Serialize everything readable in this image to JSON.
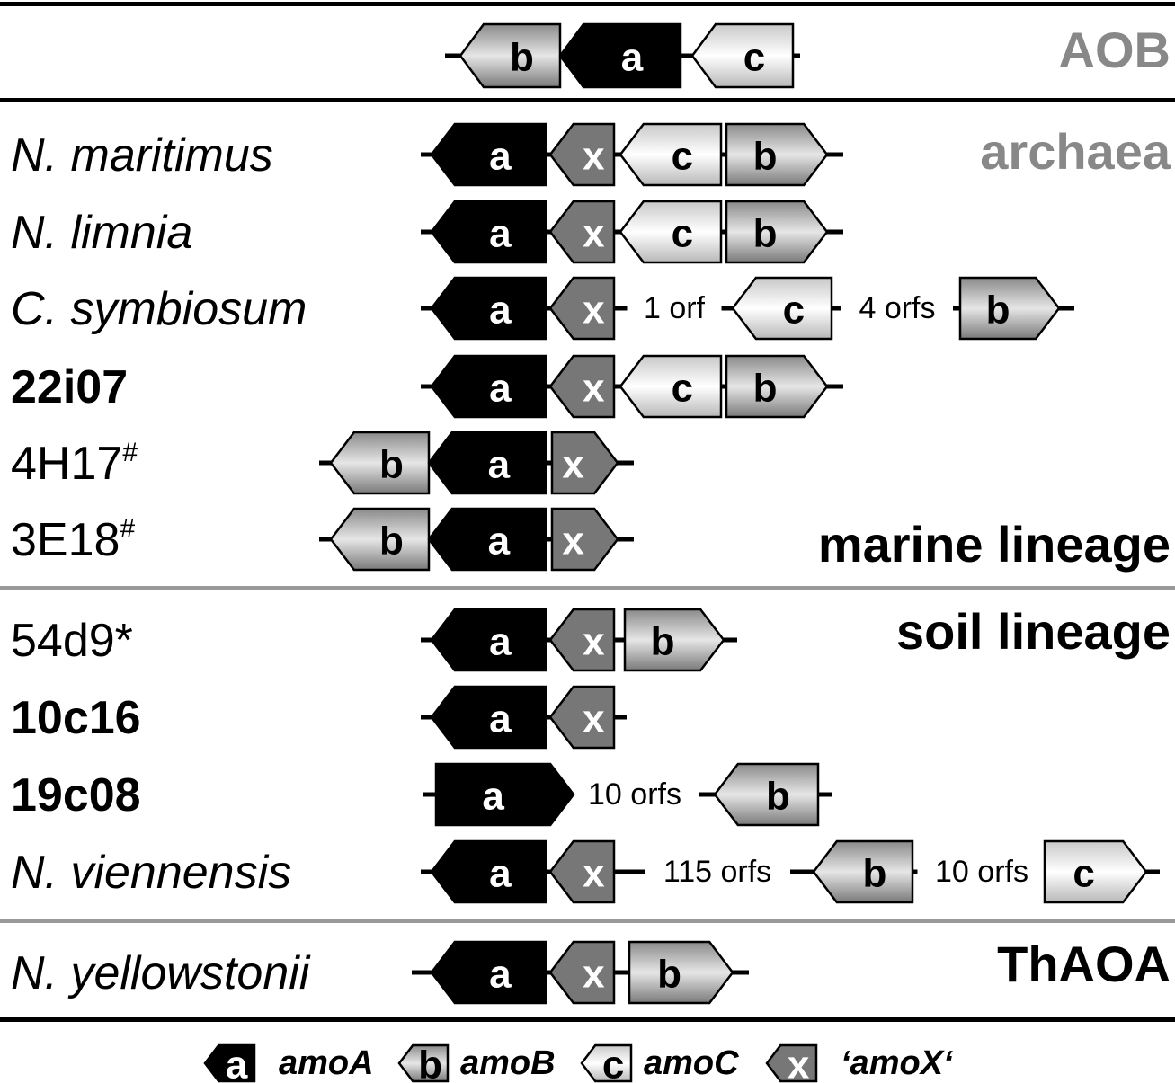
{
  "groups": {
    "aob": "AOB",
    "archaea": "archaea",
    "marine": "marine lineage",
    "soil": "soil lineage",
    "thaoa": "ThAOA"
  },
  "colors": {
    "group_gray": "#888888",
    "amoA": "#000000",
    "amoX": "#777777",
    "amoB": "gradient-gray",
    "amoC": "gradient-light"
  },
  "rows": [
    {
      "name": "",
      "style": "",
      "genes": [
        {
          "label": "b",
          "type": "amoB"
        },
        {
          "label": "a",
          "type": "amoA"
        },
        {
          "label": "c",
          "type": "amoC"
        }
      ],
      "spacers": []
    },
    {
      "name": "N. maritimus",
      "style": "italic",
      "genes": [
        {
          "label": "a",
          "type": "amoA"
        },
        {
          "label": "x",
          "type": "amoX"
        },
        {
          "label": "c",
          "type": "amoC"
        },
        {
          "label": "b",
          "type": "amoB"
        }
      ],
      "spacers": []
    },
    {
      "name": "N. limnia",
      "style": "italic",
      "genes": [
        {
          "label": "a",
          "type": "amoA"
        },
        {
          "label": "x",
          "type": "amoX"
        },
        {
          "label": "c",
          "type": "amoC"
        },
        {
          "label": "b",
          "type": "amoB"
        }
      ],
      "spacers": []
    },
    {
      "name": "C. symbiosum",
      "style": "italic",
      "genes": [
        {
          "label": "a",
          "type": "amoA"
        },
        {
          "label": "x",
          "type": "amoX"
        },
        {
          "label": "c",
          "type": "amoC"
        },
        {
          "label": "b",
          "type": "amoB"
        }
      ],
      "spacers": [
        "1 orf",
        "4 orfs"
      ]
    },
    {
      "name": "22i07",
      "style": "bold",
      "genes": [
        {
          "label": "a",
          "type": "amoA"
        },
        {
          "label": "x",
          "type": "amoX"
        },
        {
          "label": "c",
          "type": "amoC"
        },
        {
          "label": "b",
          "type": "amoB"
        }
      ],
      "spacers": []
    },
    {
      "name": "4H17",
      "sup": "#",
      "style": "",
      "genes": [
        {
          "label": "b",
          "type": "amoB"
        },
        {
          "label": "a",
          "type": "amoA"
        },
        {
          "label": "x",
          "type": "amoX"
        }
      ],
      "spacers": []
    },
    {
      "name": "3E18",
      "sup": "#",
      "style": "",
      "genes": [
        {
          "label": "b",
          "type": "amoB"
        },
        {
          "label": "a",
          "type": "amoA"
        },
        {
          "label": "x",
          "type": "amoX"
        }
      ],
      "spacers": []
    },
    {
      "name": "54d9*",
      "style": "",
      "genes": [
        {
          "label": "a",
          "type": "amoA"
        },
        {
          "label": "x",
          "type": "amoX"
        },
        {
          "label": "b",
          "type": "amoB"
        }
      ],
      "spacers": []
    },
    {
      "name": "10c16",
      "style": "bold",
      "genes": [
        {
          "label": "a",
          "type": "amoA"
        },
        {
          "label": "x",
          "type": "amoX"
        }
      ],
      "spacers": []
    },
    {
      "name": "19c08",
      "style": "bold",
      "genes": [
        {
          "label": "a",
          "type": "amoA"
        },
        {
          "label": "b",
          "type": "amoB"
        }
      ],
      "spacers": [
        "10 orfs"
      ]
    },
    {
      "name": "N. viennensis",
      "style": "italic",
      "genes": [
        {
          "label": "a",
          "type": "amoA"
        },
        {
          "label": "x",
          "type": "amoX"
        },
        {
          "label": "b",
          "type": "amoB"
        },
        {
          "label": "c",
          "type": "amoC"
        }
      ],
      "spacers": [
        "115 orfs",
        "10 orfs"
      ]
    },
    {
      "name": "N. yellowstonii",
      "style": "italic",
      "genes": [
        {
          "label": "a",
          "type": "amoA"
        },
        {
          "label": "x",
          "type": "amoX"
        },
        {
          "label": "b",
          "type": "amoB"
        }
      ],
      "spacers": []
    }
  ],
  "legend": [
    {
      "label": "a",
      "type": "amoA",
      "name": "amoA"
    },
    {
      "label": "b",
      "type": "amoB",
      "name": "amoB"
    },
    {
      "label": "c",
      "type": "amoC",
      "name": "amoC"
    },
    {
      "label": "x",
      "type": "amoX",
      "name": "‘amoX‘"
    }
  ]
}
